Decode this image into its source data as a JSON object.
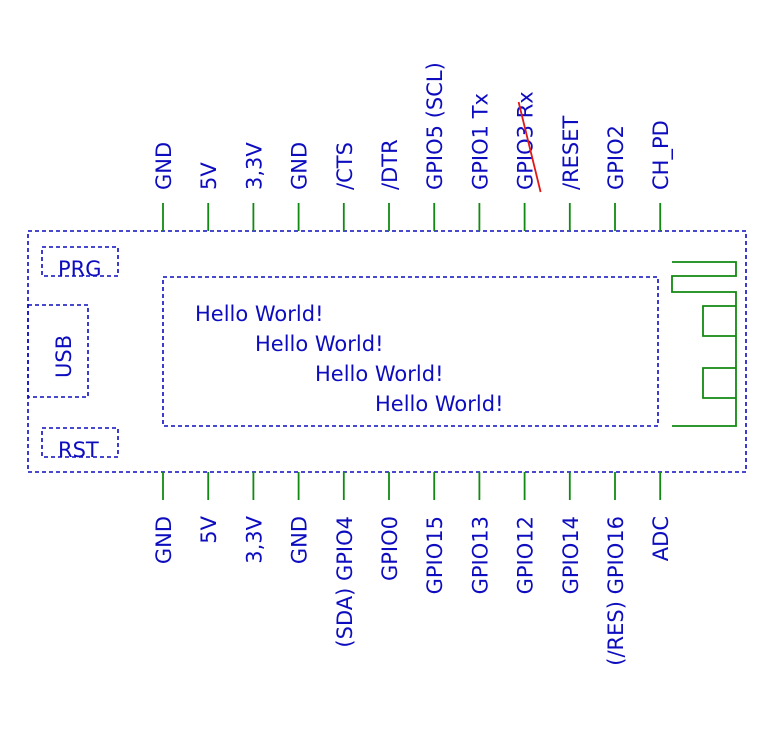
{
  "module": {
    "top_pins": [
      "GND",
      "5V",
      "3,3V",
      "GND",
      "/CTS",
      "/DTR",
      "GPIO5 (SCL)",
      "GPIO1 Tx",
      "GPIO3 Rx",
      "/RESET",
      "GPIO2",
      "CH_PD"
    ],
    "bottom_pins": [
      "GND",
      "5V",
      "3,3V",
      "GND",
      "(SDA) GPIO4",
      "GPIO0",
      "GPIO15",
      "GPIO13",
      "GPIO12",
      "GPIO14",
      "(/RES) GPIO16",
      "ADC"
    ],
    "struck_pin_index": 8,
    "buttons": {
      "prg": "PRG",
      "rst": "RST"
    },
    "usb": "USB",
    "display_lines": [
      "Hello World!",
      "Hello World!",
      "Hello World!",
      "Hello World!"
    ],
    "antenna": "antenna"
  },
  "colors": {
    "ink": "#0d0dbf",
    "pin": "#108a10",
    "strike": "#e01818"
  }
}
